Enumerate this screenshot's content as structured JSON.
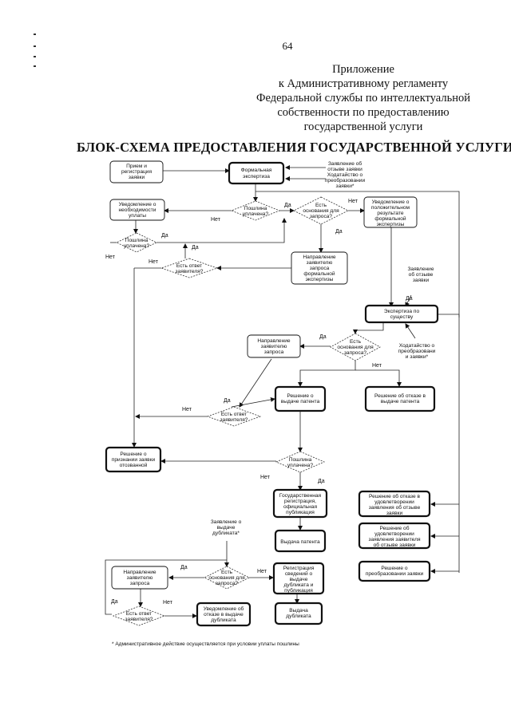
{
  "header": {
    "page_number": "64",
    "appendix_lines": [
      "Приложение",
      "к Административному регламенту",
      "Федеральной службы по интеллектуальной",
      "собственности по предоставлению",
      "государственной услуги"
    ]
  },
  "title": "БЛОК-СХЕМА ПРЕДОСТАВЛЕНИЯ ГОСУДАРСТВЕННОЙ УСЛУГИ",
  "nodes": {
    "reception": [
      "Прием и",
      "регистрация",
      "заявки"
    ],
    "formal_exam": [
      "Формальная",
      "экспертиза"
    ],
    "applications_top": [
      "Заявление об",
      "отзыве заявки",
      "Ходатайство о",
      "преобразовании",
      "заявки*"
    ],
    "need_fee_notice": [
      "Уведомление о",
      "необходимости",
      "уплаты"
    ],
    "fee_paid_1": [
      "Пошлина",
      "уплачена?"
    ],
    "grounds_1": [
      "Есть",
      "основания для",
      "запроса?"
    ],
    "formal_result_notice": [
      "Уведомление о",
      "положительном",
      "результате",
      "формальной",
      "экспертизы"
    ],
    "fee_paid_2": [
      "Пошлина",
      "уплачена?"
    ],
    "answer_1": [
      "Есть ответ",
      "заявителя?"
    ],
    "request_formal": [
      "Направление",
      "заявителю",
      "запроса",
      "формальной",
      "экспертизы"
    ],
    "withdraw_app_mid": [
      "Заявление",
      "об отзыве",
      "заявки"
    ],
    "substantive_exam": [
      "Экспертиза по",
      "существу"
    ],
    "request_substantive": [
      "Направление",
      "заявителю",
      "запроса"
    ],
    "grounds_2": [
      "Есть",
      "основания для",
      "запроса?"
    ],
    "petition_mid": [
      "Ходатайство о",
      "преобразовани",
      "и заявки*"
    ],
    "decision_grant": [
      "Решение о",
      "выдаче патента"
    ],
    "decision_refuse": [
      "Решение об отказе в",
      "выдаче патента"
    ],
    "answer_2": [
      "Есть ответ",
      "заявителя?"
    ],
    "decision_withdrawn": [
      "Решение о",
      "признании заявки",
      "отозванной"
    ],
    "fee_paid_3": [
      "Пошлина",
      "уплачена?"
    ],
    "state_registration": [
      "Государственная",
      "регистрация,",
      "официальная",
      "публикация"
    ],
    "refuse_withdraw": [
      "Решение об отказе в",
      "удовлетворении",
      "заявления об отзыве",
      "заявки"
    ],
    "grant_withdraw": [
      "Решение об",
      "удовлетворении",
      "заявления заявителя",
      "об отзыве заявки"
    ],
    "dup_application": [
      "Заявление о",
      "выдаче",
      "дубликата*"
    ],
    "patent_issue": [
      "Выдача патента"
    ],
    "decision_convert": [
      "Решение о",
      "преобразовании заявки"
    ],
    "request_dup": [
      "Направление",
      "заявителю",
      "запроса"
    ],
    "grounds_3": [
      "Есть",
      "основания для",
      "запроса?"
    ],
    "dup_registration": [
      "Регистрация",
      "сведений о",
      "выдаче",
      "дубликата и",
      "публикация"
    ],
    "answer_3": [
      "Есть ответ",
      "заявителя?"
    ],
    "dup_refusal_notice": [
      "Уведомление об",
      "отказе в выдаче",
      "дубликата"
    ],
    "dup_issue": [
      "Выдача",
      "дубликата"
    ]
  },
  "labels": {
    "yes": "Да",
    "no": "Нет"
  },
  "footnote": "* Административное действие осуществляется при условии уплаты пошлины"
}
